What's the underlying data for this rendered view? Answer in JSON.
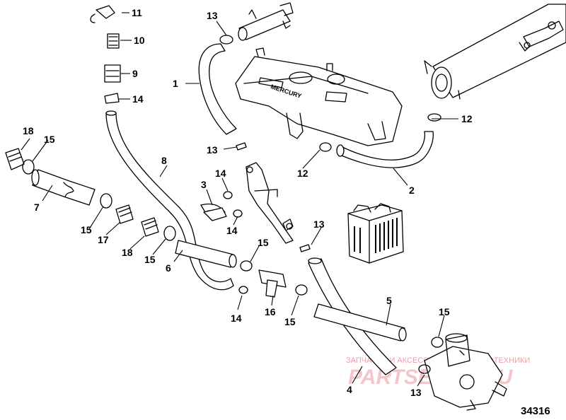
{
  "figure": {
    "part_number": "34316"
  },
  "callouts": {
    "c1": "1",
    "c2": "2",
    "c3": "3",
    "c4": "4",
    "c5": "5",
    "c6": "6",
    "c7": "7",
    "c8": "8",
    "c9": "9",
    "c10": "10",
    "c11": "11",
    "c12a": "12",
    "c12b": "12",
    "c13a": "13",
    "c13b": "13",
    "c13c": "13",
    "c13d": "13",
    "c14a": "14",
    "c14b": "14",
    "c14c": "14",
    "c14d": "14",
    "c15a": "15",
    "c15b": "15",
    "c15c": "15",
    "c15d": "15",
    "c15e": "15",
    "c15f": "15",
    "c16": "16",
    "c17": "17",
    "c18a": "18",
    "c18b": "18"
  },
  "watermark": {
    "tagline": "ЗАПЧАСТИ И АКСЕССУАРЫ ДЛЯ МОТОТЕХНИКИ",
    "brand": "PARTSEXPR.RU"
  }
}
